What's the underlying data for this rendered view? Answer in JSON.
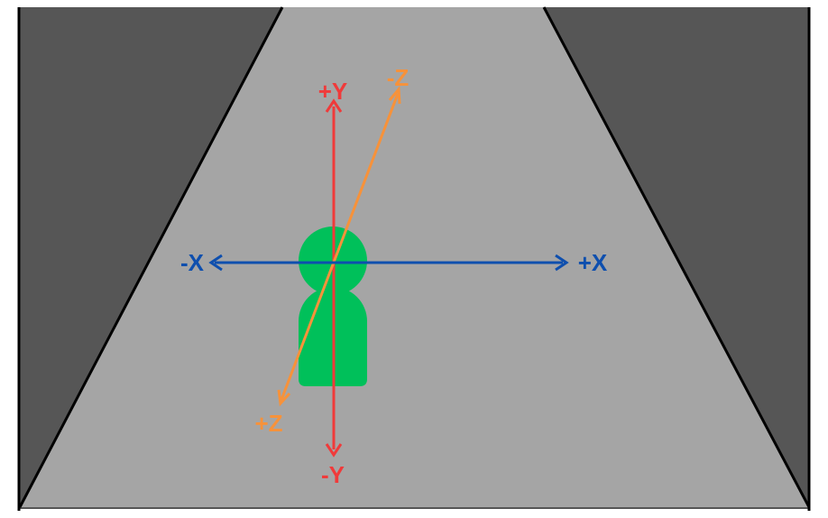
{
  "colors": {
    "background": "#ffffff",
    "wall": "#565656",
    "floor": "#a5a5a5",
    "edge": "#000000",
    "figure": "#00c05a",
    "x_axis": "#0e4fae",
    "y_axis": "#f03a3a",
    "z_axis": "#f7923a"
  },
  "labels": {
    "x_pos": "+X",
    "x_neg": "-X",
    "y_pos": "+Y",
    "y_neg": "-Y",
    "z_pos": "+Z",
    "z_neg": "-Z"
  },
  "icons": {
    "figure": "person-icon"
  }
}
